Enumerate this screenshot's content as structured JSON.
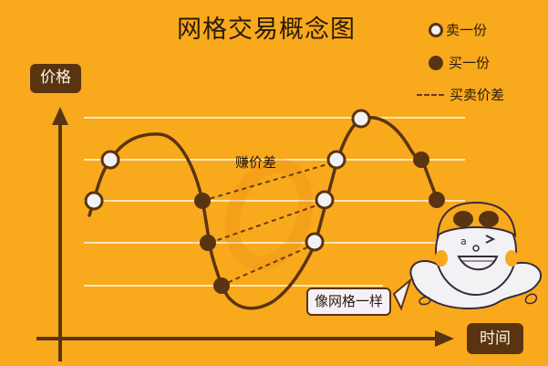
{
  "title": "网格交易概念图",
  "legend": {
    "sell": {
      "label": "卖一份",
      "icon": "white-circle-icon",
      "color": "#f2f2f5"
    },
    "buy": {
      "label": "买一份",
      "icon": "brown-circle-icon",
      "color": "#5a3410"
    },
    "spread": {
      "label": "买卖价差",
      "icon": "dashed-line-icon"
    }
  },
  "axes": {
    "y_label": "价格",
    "x_label": "时间"
  },
  "annotations": {
    "earn_spread": "赚价差",
    "speech_bubble": "像网格一样"
  },
  "colors": {
    "background": "#F9A91C",
    "brown": "#5a3410",
    "grid_line": "#fbe7b8",
    "sell_point": "#f2f2f5"
  },
  "chart_data": {
    "type": "line",
    "title": "网格交易概念图",
    "xlabel": "时间",
    "ylabel": "价格",
    "grid_levels": [
      1,
      2,
      3,
      4,
      5
    ],
    "price_curve": "sine-like wave: rise to peak, fall to trough, rise to peak, fall",
    "sell_points": [
      {
        "order": 1,
        "level": 3
      },
      {
        "order": 2,
        "level": 4
      },
      {
        "order": 3,
        "level": 2
      },
      {
        "order": 4,
        "level": 3
      },
      {
        "order": 5,
        "level": 4
      },
      {
        "order": 6,
        "level": 5
      }
    ],
    "buy_points": [
      {
        "order": 1,
        "level": 3
      },
      {
        "order": 2,
        "level": 2
      },
      {
        "order": 3,
        "level": 1
      },
      {
        "order": 4,
        "level": 4
      },
      {
        "order": 5,
        "level": 3
      }
    ],
    "spread_pairs": [
      {
        "buy_level": 3,
        "sell_level": 4
      },
      {
        "buy_level": 2,
        "sell_level": 3
      },
      {
        "buy_level": 1,
        "sell_level": 2
      }
    ],
    "legend": [
      "卖一份",
      "买一份",
      "买卖价差"
    ],
    "grid": true
  }
}
